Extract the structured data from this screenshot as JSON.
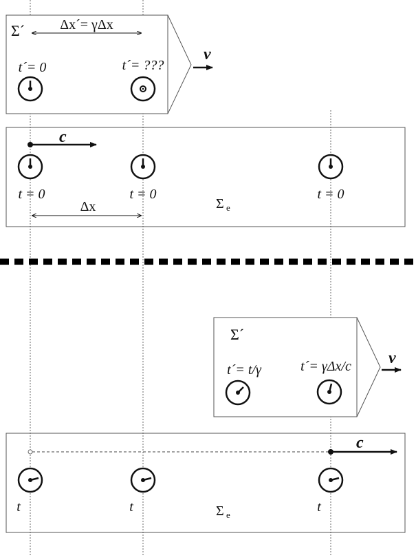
{
  "colors": {
    "ink": "#111111",
    "frame": "#555555",
    "background": "#ffffff"
  },
  "top": {
    "moving_frame": {
      "frame_label": "Σ´",
      "length_label": "Δx´= γΔx",
      "clock_left_label": "t´= 0",
      "clock_right_label": "t´= ???",
      "velocity_label": "v"
    },
    "rest_frame": {
      "light_label": "c",
      "clock_labels": [
        "t = 0",
        "t = 0",
        "t = 0"
      ],
      "distance_label": "Δx",
      "frame_label": "Σ",
      "frame_subscript": "e"
    }
  },
  "bottom": {
    "moving_frame": {
      "frame_label": "Σ´",
      "clock_left_label": "t´= t/γ",
      "clock_right_label": "t´= γΔx/c",
      "velocity_label": "v"
    },
    "rest_frame": {
      "light_label": "c",
      "clock_labels": [
        "t",
        "t",
        "t"
      ],
      "frame_label": "Σ",
      "frame_subscript": "e"
    }
  }
}
